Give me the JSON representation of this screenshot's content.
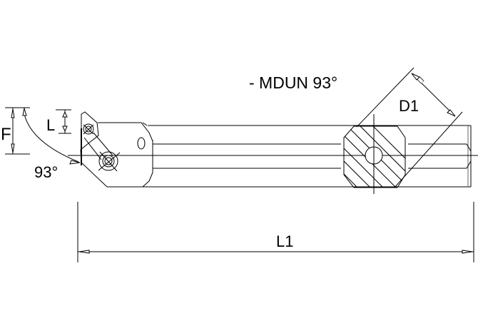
{
  "drawing": {
    "title": "- MDUN 93°",
    "type": "boring bar side view",
    "colors": {
      "line": "#000000",
      "background": "#ffffff"
    }
  },
  "dimensions": {
    "D1": {
      "label": "D1",
      "meaning": "shank diameter"
    },
    "L": {
      "label": "L",
      "meaning": "insert edge length"
    },
    "F": {
      "label": "F",
      "meaning": "functional offset"
    },
    "angle": {
      "label": "93°",
      "meaning": "approach angle"
    },
    "L1": {
      "label": "L1",
      "meaning": "overall length"
    }
  }
}
